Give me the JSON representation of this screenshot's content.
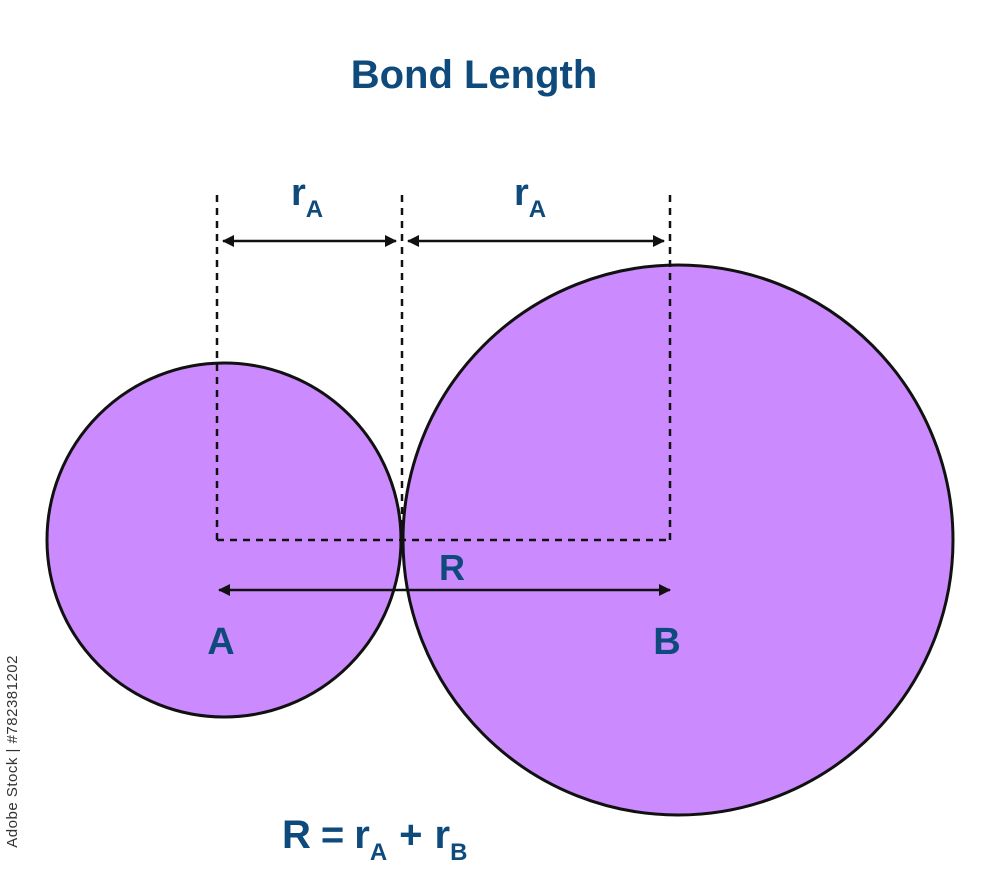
{
  "title": "Bond Length",
  "colors": {
    "atom_fill": "#cc8aff",
    "outline": "#111111",
    "text": "#0f4a7c"
  },
  "labels": {
    "radius_a_base": "r",
    "radius_a_sub": "A",
    "radius_b_base": "r",
    "radius_b_sub": "A",
    "bond": "R",
    "atom_a": "A",
    "atom_b": "B"
  },
  "equation": {
    "lhs": "R",
    "eq": "=",
    "t1_base": "r",
    "t1_sub": "A",
    "plus": "+",
    "t2_base": "r",
    "t2_sub": "B"
  },
  "stock_id": "Adobe Stock | #782381202"
}
